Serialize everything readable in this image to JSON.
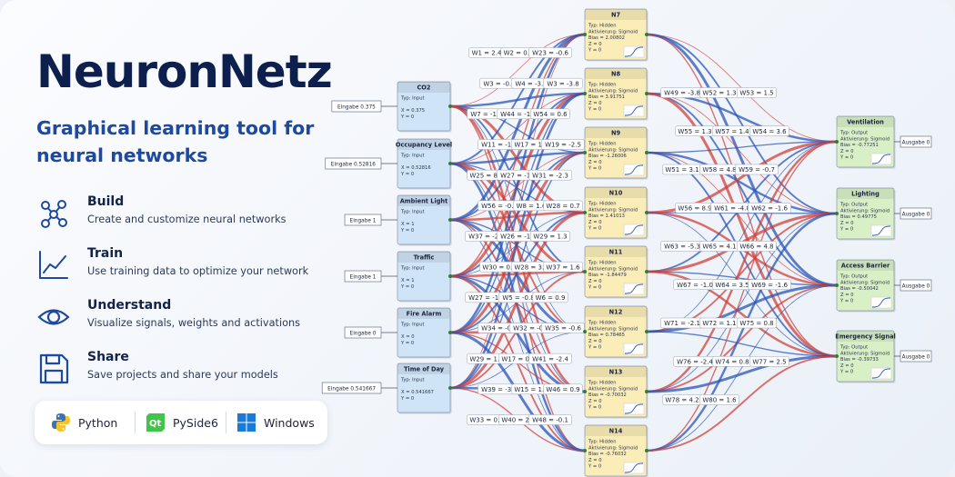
{
  "app": {
    "title": "NeuronNetz",
    "subtitle": "Graphical learning tool for neural networks"
  },
  "features": [
    {
      "icon": "network-graph-icon",
      "heading": "Build",
      "description": "Create and customize neural networks"
    },
    {
      "icon": "line-chart-icon",
      "heading": "Train",
      "description": "Use training data to optimize your network"
    },
    {
      "icon": "eye-icon",
      "heading": "Understand",
      "description": "Visualize signals, weights and activations"
    },
    {
      "icon": "save-disk-icon",
      "heading": "Share",
      "description": "Save projects and share your models"
    }
  ],
  "badges": [
    {
      "icon": "python-logo-icon",
      "label": "Python"
    },
    {
      "icon": "qt-logo-icon",
      "label": "PySide6"
    },
    {
      "icon": "windows-logo-icon",
      "label": "Windows"
    }
  ],
  "colors": {
    "title": "#0c1f4d",
    "accent": "#1d4aa0",
    "input_node": "#cfe4f7",
    "hidden_node": "#fbedb8",
    "output_node": "#d9f0c7",
    "positive_weight": "#2a55b8",
    "negative_weight": "#d0403a"
  },
  "network": {
    "inputs": [
      {
        "name": "CO2",
        "typ": "Typ: Input",
        "x": "X = 0.375",
        "y": "Y = 0",
        "eingabe": "Eingabe 0.375"
      },
      {
        "name": "Occupancy Level",
        "typ": "Typ: Input",
        "x": "X = 0.52816",
        "y": "Y = 0",
        "eingabe": "Eingabe 0.52816"
      },
      {
        "name": "Ambient Light",
        "typ": "Typ: Input",
        "x": "X = 1",
        "y": "Y = 0",
        "eingabe": "Eingabe 1"
      },
      {
        "name": "Traffic",
        "typ": "Typ: Input",
        "x": "X = 1",
        "y": "Y = 0",
        "eingabe": "Eingabe 1"
      },
      {
        "name": "Fire Alarm",
        "typ": "Typ: Input",
        "x": "X = 0",
        "y": "Y = 0",
        "eingabe": "Eingabe 0"
      },
      {
        "name": "Time of Day",
        "typ": "Typ: Input",
        "x": "X = 0.541667",
        "y": "Y = 0",
        "eingabe": "Eingabe 0.541667"
      }
    ],
    "hidden": [
      {
        "name": "N7",
        "typ": "Typ: Hidden",
        "act": "Aktivierung: Sigmoid",
        "bias": "Bias = 2.00802",
        "z": "Z = 0",
        "y": "Y = 0"
      },
      {
        "name": "N8",
        "typ": "Typ: Hidden",
        "act": "Aktivierung: Sigmoid",
        "bias": "Bias = 3.91751",
        "z": "Z = 0",
        "y": "Y = 0"
      },
      {
        "name": "N9",
        "typ": "Typ: Hidden",
        "act": "Aktivierung: Sigmoid",
        "bias": "Bias = -1.26006",
        "z": "Z = 0",
        "y": "Y = 0"
      },
      {
        "name": "N10",
        "typ": "Typ: Hidden",
        "act": "Aktivierung: Sigmoid",
        "bias": "Bias = 1.41013",
        "z": "Z = 0",
        "y": "Y = 0"
      },
      {
        "name": "N11",
        "typ": "Typ: Hidden",
        "act": "Aktivierung: Sigmoid",
        "bias": "Bias = -1.84479",
        "z": "Z = 0",
        "y": "Y = 0"
      },
      {
        "name": "N12",
        "typ": "Typ: Hidden",
        "act": "Aktivierung: Sigmoid",
        "bias": "Bias = 0.78465",
        "z": "Z = 0",
        "y": "Y = 0"
      },
      {
        "name": "N13",
        "typ": "Typ: Hidden",
        "act": "Aktivierung: Sigmoid",
        "bias": "Bias = -0.70032",
        "z": "Z = 0",
        "y": "Y = 0"
      },
      {
        "name": "N14",
        "typ": "Typ: Hidden",
        "act": "Aktivierung: Sigmoid",
        "bias": "Bias = -0.76032",
        "z": "Z = 0",
        "y": "Y = 0"
      }
    ],
    "outputs": [
      {
        "name": "Ventilation",
        "typ": "Typ: Output",
        "act": "Aktivierung: Sigmoid",
        "bias": "Bias = -0.77251",
        "z": "Z = 0",
        "y": "Y = 0",
        "ausgabe": "Ausgabe 0"
      },
      {
        "name": "Lighting",
        "typ": "Typ: Output",
        "act": "Aktivierung: Sigmoid",
        "bias": "Bias = 0.49775",
        "z": "Z = 0",
        "y": "Y = 0",
        "ausgabe": "Ausgabe 0"
      },
      {
        "name": "Access Barrier",
        "typ": "Typ: Output",
        "act": "Aktivierung: Sigmoid",
        "bias": "Bias = -0.50042",
        "z": "Z = 0",
        "y": "Y = 0",
        "ausgabe": "Ausgabe 0"
      },
      {
        "name": "Emergency Signal",
        "typ": "Typ: Output",
        "act": "Aktivierung: Sigmoid",
        "bias": "Bias = -0.39733",
        "z": "Z = 0",
        "y": "Y = 0",
        "ausgabe": "Ausgabe 0"
      }
    ],
    "weights_ih": [
      "W1 = 2.4",
      "W2 = 0.5",
      "W23 = -0.6",
      "W3 = -0.6",
      "W4 = -3.8",
      "W3 = -3.8",
      "W7 = -1.3",
      "W44 = -1.3",
      "W54 = 0.6",
      "W11 = -1.8",
      "W17 = 1.0",
      "W19 = -2.5",
      "W25 = 8.4",
      "W27 = -1.7",
      "W31 = -2.3",
      "W56 = -0.6",
      "W8 = 1.6",
      "W28 = 0.7",
      "W37 = -2.3",
      "W26 = -1.7",
      "W29 = 1.3",
      "W30 = 0.5",
      "W28 = 3.5",
      "W37 = 1.6",
      "W27 = -1.7",
      "W5 = -0.8",
      "W6 = 0.9",
      "W34 = -0.6",
      "W32 = -0.8",
      "W35 = -0.6",
      "W29 = 1.3",
      "W17 = 0.5",
      "W41 = -2.4",
      "W39 = -3.3",
      "W15 = 1.7",
      "W46 = 0.9",
      "W33 = 0.6",
      "W40 = 2.2",
      "W48 = -0.1"
    ],
    "weights_ho": [
      "W49 = -3.8",
      "W52 = 1.3",
      "W53 = 1.5",
      "W55 = 1.3",
      "W57 = 1.4",
      "W54 = 3.6",
      "W51 = 3.1",
      "W58 = 4.8",
      "W59 = -0.7",
      "W56 = 8.9",
      "W61 = -4.8",
      "W62 = -1.6",
      "W63 = -5.3",
      "W65 = 4.1",
      "W66 = 4.8",
      "W67 = -1.0",
      "W64 = 3.5",
      "W69 = -1.6",
      "W71 = -2.1",
      "W72 = 1.1",
      "W75 = 0.8",
      "W76 = -2.4",
      "W74 = 0.8",
      "W77 = 2.5",
      "W78 = 4.2",
      "W80 = 1.6"
    ]
  }
}
